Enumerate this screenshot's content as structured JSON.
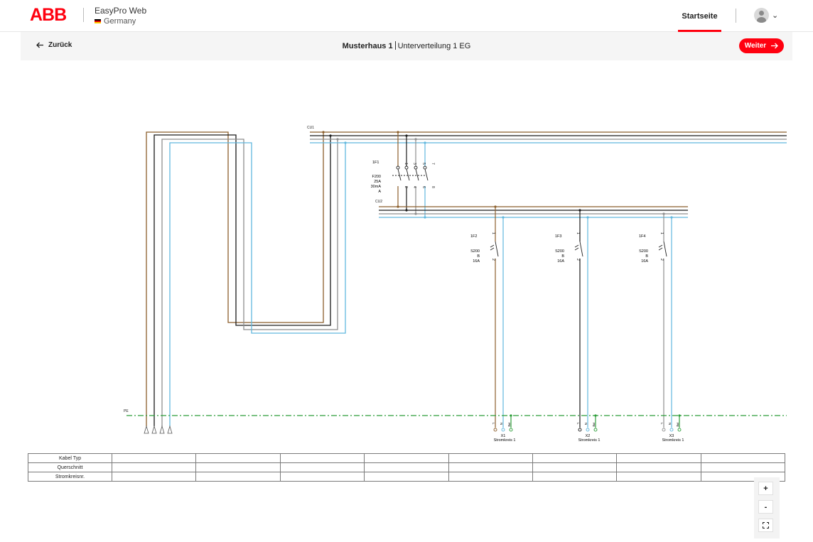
{
  "header": {
    "brand": "ABB",
    "app_name": "EasyPro Web",
    "country": "Germany",
    "nav_home": "Startseite"
  },
  "subbar": {
    "back_label": "Zurück",
    "project": "Musterhaus 1",
    "distribution": "Unterverteilung 1 EG",
    "next_label": "Weiter"
  },
  "diagram": {
    "bus1_label": "CU1",
    "bus2_label": "CU2",
    "pe_label": "PE",
    "rcd": {
      "id": "1F1",
      "type": "F200",
      "rating": "25A",
      "sensitivity": "30mA",
      "class": "A",
      "pins_top": [
        "1",
        "3",
        "5",
        "7"
      ],
      "pins_bottom": [
        "2",
        "4",
        "6",
        "8"
      ]
    },
    "breakers": [
      {
        "id": "1F2",
        "type": "S200",
        "char": "B",
        "rating": "16A",
        "pin_top": "1",
        "pin_bottom": "2",
        "terminal": "X1",
        "circuit": "Stromkreis 1"
      },
      {
        "id": "1F3",
        "type": "S200",
        "char": "B",
        "rating": "16A",
        "pin_top": "1",
        "pin_bottom": "2",
        "terminal": "X2",
        "circuit": "Stromkreis 1"
      },
      {
        "id": "1F4",
        "type": "S200",
        "char": "B",
        "rating": "16A",
        "pin_top": "1",
        "pin_bottom": "2",
        "terminal": "X3",
        "circuit": "Stromkreis 1"
      }
    ],
    "terminal_pins": [
      "L",
      "N",
      "PE"
    ],
    "colors": {
      "brown": "#8b5e2b",
      "black": "#1a1a1a",
      "grey": "#8e8e8e",
      "blue": "#62b8de",
      "green": "#2e9e3a"
    }
  },
  "table": {
    "rows": [
      "Kabel Typ",
      "Querschnitt",
      "Stromkreisnr."
    ]
  },
  "zoom": {
    "plus": "+",
    "minus": "-"
  },
  "icons": {
    "back": "arrow-left-icon",
    "next": "arrow-right-icon",
    "user": "user-avatar-icon",
    "chevron": "chevron-down-icon",
    "fullscreen": "fullscreen-icon"
  }
}
